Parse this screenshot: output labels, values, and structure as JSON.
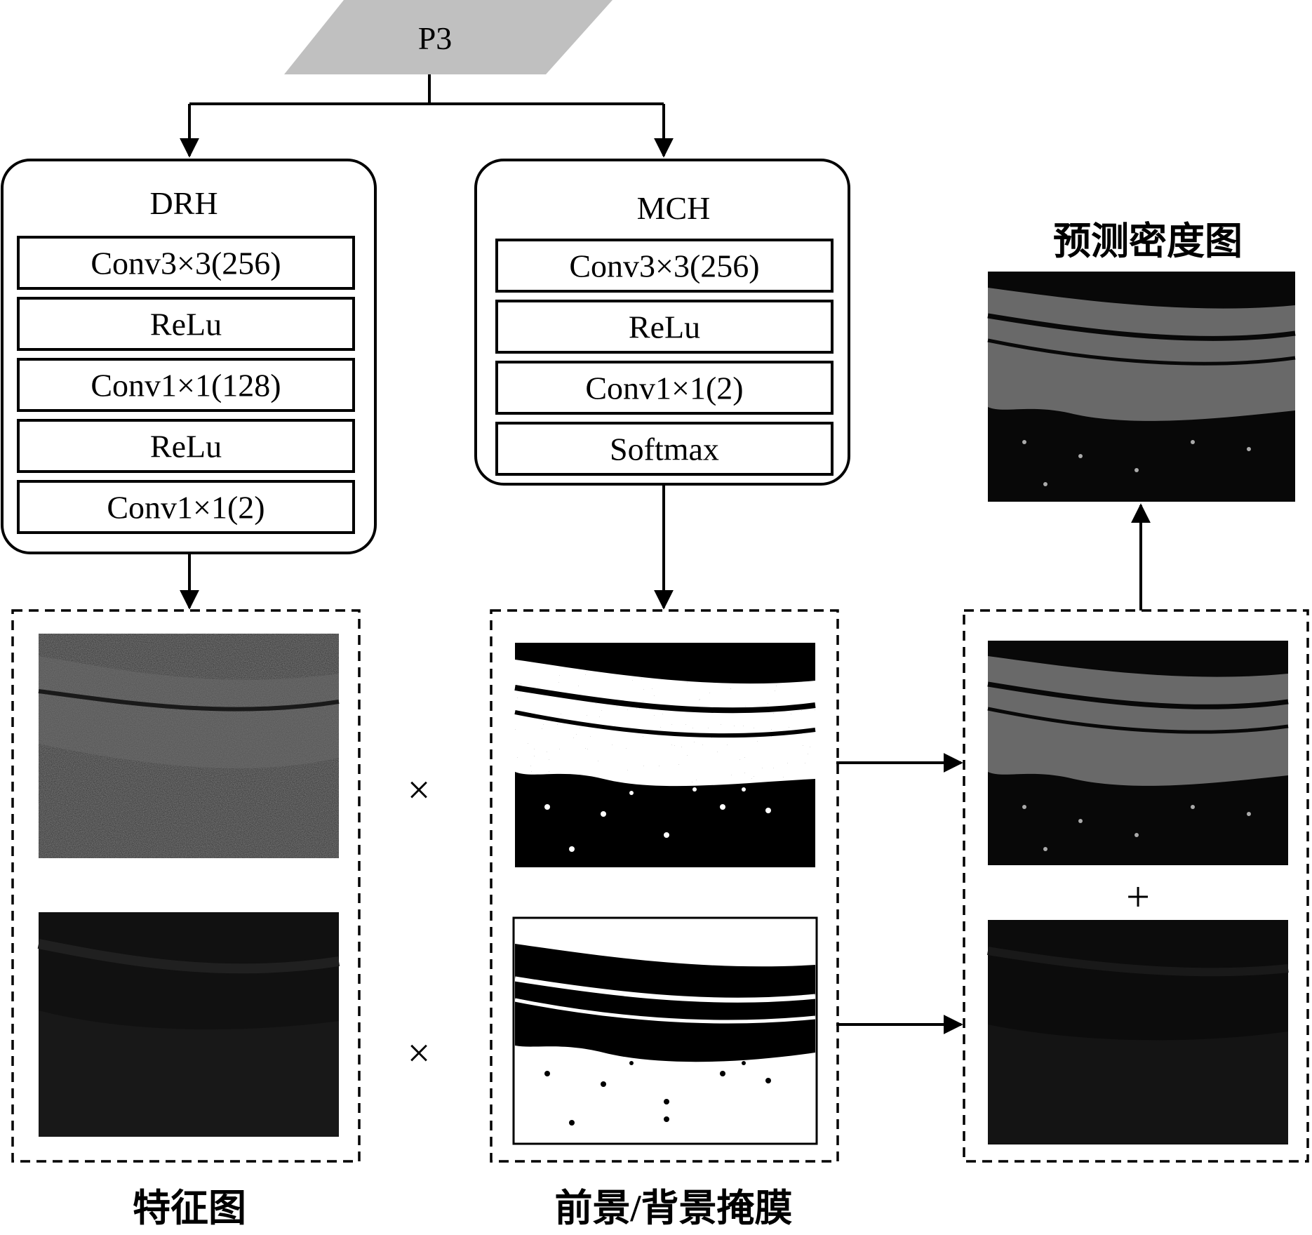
{
  "input_label": "P3",
  "drh": {
    "title": "DRH",
    "layers": [
      "Conv3×3(256)",
      "ReLu",
      "Conv1×1(128)",
      "ReLu",
      "Conv1×1(2)"
    ]
  },
  "mch": {
    "title": "MCH",
    "layers": [
      "Conv3×3(256)",
      "ReLu",
      "Conv1×1(2)",
      "Softmax"
    ]
  },
  "op_multiply": "×",
  "op_add": "+",
  "captions": {
    "feature_map": "特征图",
    "mask": "前景/背景掩膜",
    "density": "预测密度图"
  }
}
